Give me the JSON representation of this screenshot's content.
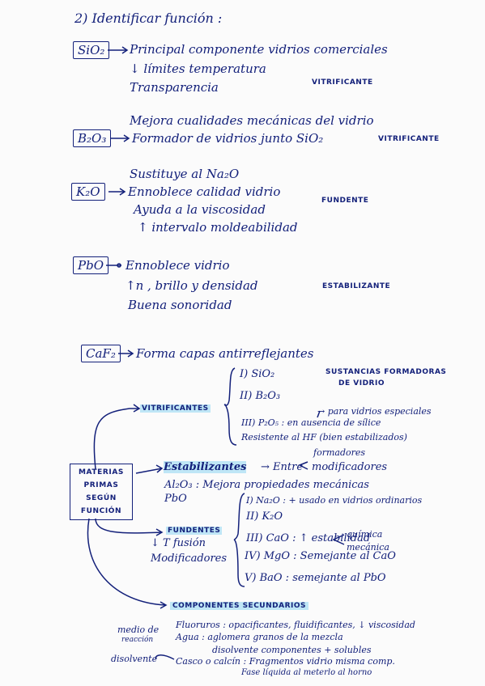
{
  "heading": "2) Identificar función :",
  "sections": {
    "sio2": {
      "formula": "SiO₂",
      "lines": [
        "Principal componente vidrios comerciales",
        "↓ límites temperatura",
        "Transparencia"
      ],
      "tag": "VITRIFICANTE"
    },
    "b2o3": {
      "formula": "B₂O₃",
      "lines": [
        "Mejora cualidades mecánicas del vidrio",
        "Formador de vidrios junto SiO₂"
      ],
      "tag": "VITRIFICANTE"
    },
    "k2o": {
      "formula": "K₂O",
      "lines": [
        "Sustituye al Na₂O",
        "Ennoblece calidad vidrio",
        "Ayuda a la viscosidad",
        "↑ intervalo moldeabilidad"
      ],
      "tag": "FUNDENTE"
    },
    "pbo": {
      "formula": "PbO",
      "lines": [
        "Ennoblece vidrio",
        "↑n , brillo y densidad",
        "Buena sonoridad"
      ],
      "tag": "ESTABILIZANTE"
    },
    "caf2": {
      "formula": "CaF₂",
      "lines": [
        "Forma capas antirreflejantes"
      ]
    }
  },
  "diagram": {
    "center": [
      "MATERIAS",
      "PRIMAS",
      "SEGÚN",
      "FUNCIÓN"
    ],
    "vitrificantes": {
      "label": "VITRIFICANTES",
      "items": [
        "I) SiO₂",
        "II) B₂O₃",
        "III) P₂O₅ : en ausencia de sílice"
      ],
      "note1": "SUSTANCIAS FORMADORAS",
      "note2": "DE VIDRIO",
      "note3": "→ para vidrios especiales",
      "note4": "Resistente al HF (bien estabilizados)"
    },
    "estabilizantes": {
      "label": "Estabilizantes",
      "entre": "→ Entre",
      "opt1": "formadores",
      "opt2": "modificadores",
      "line1": "Al₂O₃ : Mejora propiedades mecánicas",
      "line2": "PbO"
    },
    "fundentes": {
      "label": "FUNDENTES",
      "sub1": "↓ T fusión",
      "sub2": "Modificadores",
      "items": [
        "I) Na₂O : + usado en vidrios ordinarios",
        "II) K₂O",
        "III) CaO : ↑ estabilidad",
        "IV) MgO : Semejante al CaO",
        "V) BaO : semejante al PbO"
      ],
      "stab1": "química",
      "stab2": "mecánica"
    },
    "secundarios": {
      "label": "COMPONENTES SECUNDARIOS",
      "line1": "Fluoruros : opacificantes, fluidificantes, ↓ viscosidad",
      "line2": "Agua : aglomera granos de la mezcla",
      "line3": "disolvente componentes + solubles",
      "line4": "Casco o calcín : Fragmentos vidrio misma comp.",
      "line5": "Fase líquida al meterlo al horno",
      "side1": "medio de",
      "side2": "reacción",
      "side3": "disolvente"
    }
  }
}
